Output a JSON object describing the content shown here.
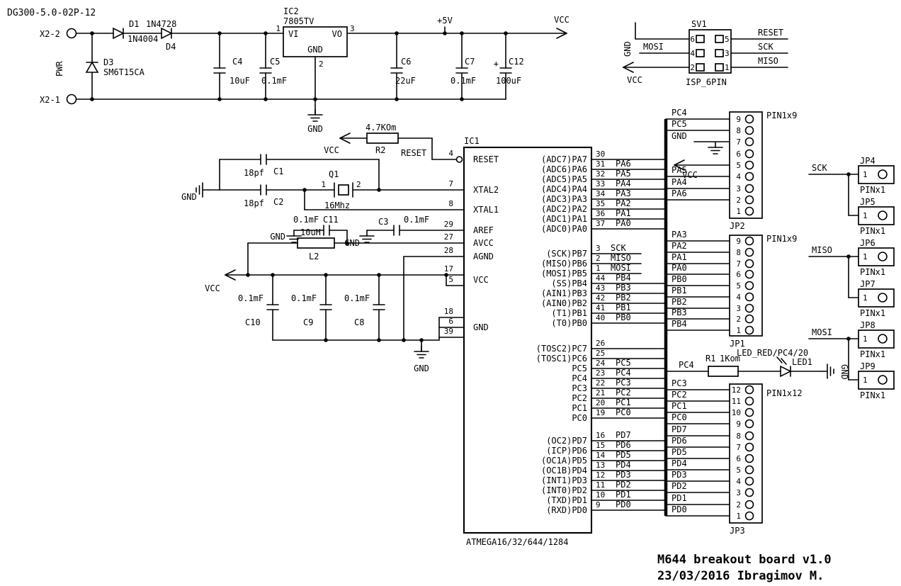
{
  "doc": {
    "code": "DG300-5.0-02P-12",
    "footer_line1": "M644 breakout board v1.0",
    "footer_line2": "23/03/2016 Ibragimov M."
  },
  "power": {
    "x2_2": "X2-2",
    "x2_1": "X2-1",
    "pwr": "PWR",
    "d1_name": "D1",
    "d1_value": "1N4004",
    "d4_name": "D4",
    "d4_value": "1N4728",
    "d3_name": "D3",
    "d3_value": "SM6T15CA",
    "c4_name": "C4",
    "c4_value": "10uF",
    "c5_name": "C5",
    "c5_value": "0.1mF",
    "ic2_name": "IC2",
    "ic2_value": "7805TV",
    "ic2_vi": "VI",
    "ic2_vo": "VO",
    "ic2_gnd": "GND",
    "ic2_pin1": "1",
    "ic2_pin2": "2",
    "ic2_pin3": "3",
    "gnd": "GND",
    "c6_name": "C6",
    "c6_value": "22uF",
    "plus5v": "+5V",
    "c7_name": "C7",
    "c7_value": "0.1mF",
    "c12_name": "C12",
    "c12_value": "100uF",
    "c12_plus": "+",
    "vcc": "VCC"
  },
  "isp": {
    "name": "SV1",
    "type": "ISP_6PIN",
    "pin6": "6",
    "pin5": "5",
    "pin4": "4",
    "pin3": "3",
    "pin2": "2",
    "pin1": "1",
    "gnd": "GND",
    "mosi": "MOSI",
    "vcc": "VCC",
    "reset": "RESET",
    "sck": "SCK",
    "miso": "MISO"
  },
  "reset_net": {
    "r2_name": "R2",
    "r2_value": "4.7KOm",
    "vcc": "VCC",
    "label": "RESET"
  },
  "xtal": {
    "q1_name": "Q1",
    "q1_value": "16Mhz",
    "pin1": "1",
    "pin2": "2",
    "c1_name": "C1",
    "c1_value": "18pf",
    "c2_name": "C2",
    "c2_value": "18pf",
    "gnd": "GND"
  },
  "analog": {
    "c11_name": "C11",
    "c11_value": "0.1mF",
    "gnd1": "GND",
    "c3_name": "C3",
    "c3_value": "0.1mF",
    "gnd2": "GND",
    "l2_name": "L2",
    "l2_value": "10uH"
  },
  "decoupling": {
    "vcc": "VCC",
    "gnd": "GND",
    "c10_name": "C10",
    "c10_value": "0.1mF",
    "c9_name": "C9",
    "c9_value": "0.1mF",
    "c8_name": "C8",
    "c8_value": "0.1mF"
  },
  "ic1": {
    "name": "IC1",
    "part": "ATMEGA16/32/644/1284",
    "left": {
      "reset": {
        "num": "4",
        "label": "RESET"
      },
      "xtal2": {
        "num": "7",
        "label": "XTAL2"
      },
      "xtal1": {
        "num": "8",
        "label": "XTAL1"
      },
      "aref": {
        "num": "29",
        "label": "AREF"
      },
      "avcc": {
        "num": "27",
        "label": "AVCC"
      },
      "agnd": {
        "num": "28",
        "label": "AGND"
      },
      "vcc": {
        "num1": "17",
        "num2": "5",
        "label": "VCC"
      },
      "gnd": {
        "num1": "18",
        "num2": "6",
        "num3": "39",
        "label": "GND"
      }
    },
    "porta": [
      {
        "pin": "(ADC7)PA7",
        "num": "30",
        "net": ""
      },
      {
        "pin": "(ADC6)PA6",
        "num": "31",
        "net": "PA6"
      },
      {
        "pin": "(ADC5)PA5",
        "num": "32",
        "net": "PA5"
      },
      {
        "pin": "(ADC4)PA4",
        "num": "33",
        "net": "PA4"
      },
      {
        "pin": "(ADC3)PA3",
        "num": "34",
        "net": "PA3"
      },
      {
        "pin": "(ADC2)PA2",
        "num": "35",
        "net": "PA2"
      },
      {
        "pin": "(ADC1)PA1",
        "num": "36",
        "net": "PA1"
      },
      {
        "pin": "(ADC0)PA0",
        "num": "37",
        "net": "PA0"
      }
    ],
    "portb": [
      {
        "pin": "(SCK)PB7",
        "num": "3",
        "net": "SCK"
      },
      {
        "pin": "(MISO)PB6",
        "num": "2",
        "net": "MISO"
      },
      {
        "pin": "(MOSI)PB5",
        "num": "1",
        "net": "MOSI"
      },
      {
        "pin": "(SS)PB4",
        "num": "44",
        "net": "PB4"
      },
      {
        "pin": "(AIN1)PB3",
        "num": "43",
        "net": "PB3"
      },
      {
        "pin": "(AIN0)PB2",
        "num": "42",
        "net": "PB2"
      },
      {
        "pin": "(T1)PB1",
        "num": "41",
        "net": "PB1"
      },
      {
        "pin": "(T0)PB0",
        "num": "40",
        "net": "PB0"
      }
    ],
    "portc": [
      {
        "pin": "(TOSC2)PC7",
        "num": "26",
        "net": ""
      },
      {
        "pin": "(TOSC1)PC6",
        "num": "25",
        "net": ""
      },
      {
        "pin": "PC5",
        "num": "24",
        "net": "PC5"
      },
      {
        "pin": "PC4",
        "num": "23",
        "net": "PC4"
      },
      {
        "pin": "PC3",
        "num": "22",
        "net": "PC3"
      },
      {
        "pin": "PC2",
        "num": "21",
        "net": "PC2"
      },
      {
        "pin": "PC1",
        "num": "20",
        "net": "PC1"
      },
      {
        "pin": "PC0",
        "num": "19",
        "net": "PC0"
      }
    ],
    "portd": [
      {
        "pin": "(OC2)PD7",
        "num": "16",
        "net": "PD7"
      },
      {
        "pin": "(ICP)PD6",
        "num": "15",
        "net": "PD6"
      },
      {
        "pin": "(OC1A)PD5",
        "num": "14",
        "net": "PD5"
      },
      {
        "pin": "(OC1B)PD4",
        "num": "13",
        "net": "PD4"
      },
      {
        "pin": "(INT1)PD3",
        "num": "12",
        "net": "PD3"
      },
      {
        "pin": "(INT0)PD2",
        "num": "11",
        "net": "PD2"
      },
      {
        "pin": "(TXD)PD1",
        "num": "10",
        "net": "PD1"
      },
      {
        "pin": "(RXD)PD0",
        "num": "9",
        "net": "PD0"
      }
    ]
  },
  "jp2": {
    "name": "JP2",
    "type": "PIN1x9",
    "gnd": "GND",
    "vcc": "VCC",
    "rows": [
      {
        "pin": "9",
        "net": "PC4"
      },
      {
        "pin": "8",
        "net": "PC5"
      },
      {
        "pin": "7",
        "net": ""
      },
      {
        "pin": "6",
        "net": ""
      },
      {
        "pin": "5",
        "net": ""
      },
      {
        "pin": "4",
        "net": "PA5"
      },
      {
        "pin": "3",
        "net": "PA4"
      },
      {
        "pin": "2",
        "net": "PA6"
      },
      {
        "pin": "1",
        "net": ""
      }
    ]
  },
  "jp1": {
    "name": "JP1",
    "type": "PIN1x9",
    "rows": [
      {
        "pin": "9",
        "net": "PA3"
      },
      {
        "pin": "8",
        "net": "PA2"
      },
      {
        "pin": "7",
        "net": "PA1"
      },
      {
        "pin": "6",
        "net": "PA0"
      },
      {
        "pin": "5",
        "net": "PB0"
      },
      {
        "pin": "4",
        "net": "PB1"
      },
      {
        "pin": "3",
        "net": "PB2"
      },
      {
        "pin": "2",
        "net": "PB3"
      },
      {
        "pin": "1",
        "net": "PB4"
      }
    ]
  },
  "jp3": {
    "name": "JP3",
    "type": "PIN1x12",
    "rows": [
      {
        "pin": "12",
        "net": "PC3"
      },
      {
        "pin": "11",
        "net": "PC2"
      },
      {
        "pin": "10",
        "net": "PC1"
      },
      {
        "pin": "9",
        "net": "PC0"
      },
      {
        "pin": "8",
        "net": "PD7"
      },
      {
        "pin": "7",
        "net": "PD6"
      },
      {
        "pin": "6",
        "net": "PD5"
      },
      {
        "pin": "5",
        "net": "PD4"
      },
      {
        "pin": "4",
        "net": "PD3"
      },
      {
        "pin": "3",
        "net": "PD2"
      },
      {
        "pin": "2",
        "net": "PD1"
      },
      {
        "pin": "1",
        "net": "PD0"
      }
    ]
  },
  "led": {
    "net_in": "PC4",
    "r1_name": "R1",
    "r1_value": "1Kom",
    "net_name": "LED_RED/PC4/20",
    "led_name": "LED1",
    "gnd": "GND"
  },
  "single_pins": {
    "sck": "SCK",
    "miso": "MISO",
    "mosi": "MOSI",
    "jp4": {
      "name": "JP4",
      "type": "PINx1",
      "pin": "1"
    },
    "jp5": {
      "name": "JP5",
      "type": "PINx1",
      "pin": "1"
    },
    "jp6": {
      "name": "JP6",
      "type": "PINx1",
      "pin": "1"
    },
    "jp7": {
      "name": "JP7",
      "type": "PINx1",
      "pin": "1"
    },
    "jp8": {
      "name": "JP8",
      "type": "PINx1",
      "pin": "1"
    },
    "jp9": {
      "name": "JP9",
      "type": "PINx1",
      "pin": "1"
    }
  },
  "colors": {
    "ink": "#000000",
    "paper": "#ffffff"
  }
}
